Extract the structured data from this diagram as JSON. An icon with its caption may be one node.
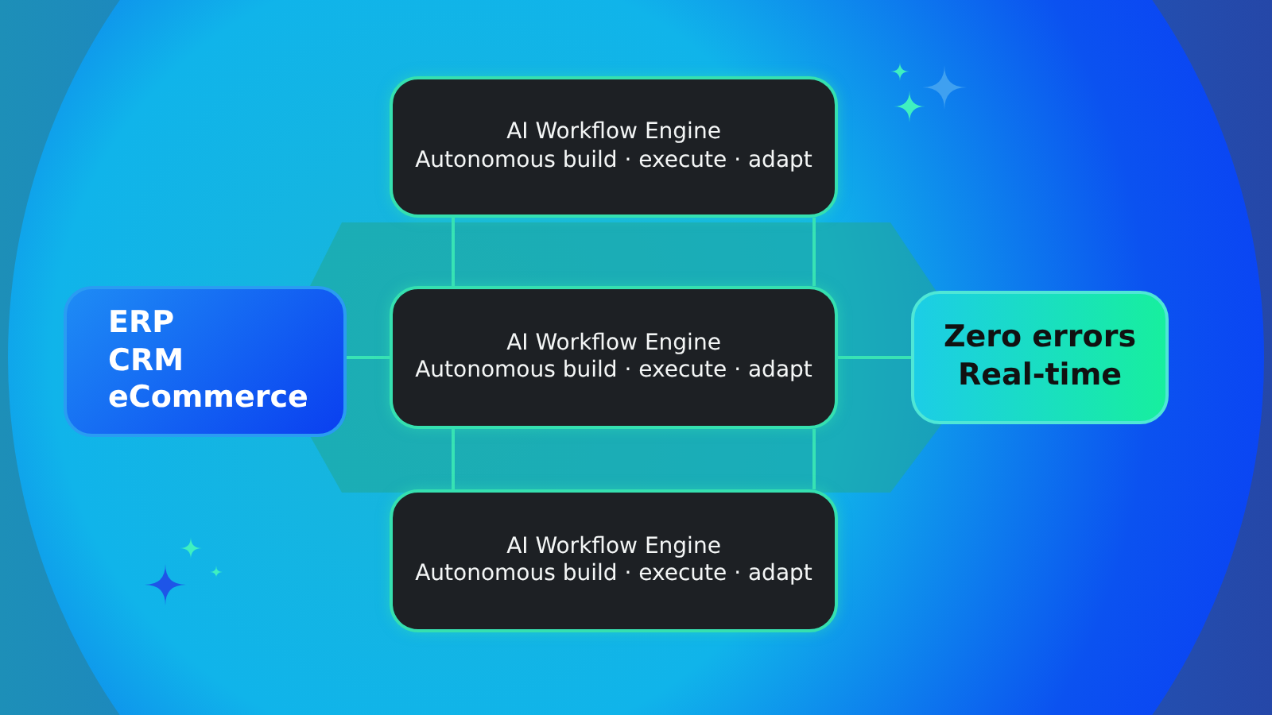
{
  "diagram": {
    "nodes": [
      {
        "text": [
          "ERP",
          "CRM",
          "eCommerce"
        ]
      },
      {
        "text": [
          "AI Workflow Engine",
          "Autonomous build · execute · adapt"
        ]
      },
      {
        "text": [
          "AI Workflow Engine",
          "Autonomous build · execute · adapt"
        ]
      },
      {
        "text": [
          "AI Workflow Engine",
          "Autonomous build · execute · adapt"
        ]
      },
      {
        "text": [
          "Zero errors",
          "Real-time"
        ]
      }
    ],
    "edges": [
      {
        "from": 0,
        "to": 2,
        "arrow": "none"
      },
      {
        "from": 1,
        "to": 2,
        "arrow": "none"
      },
      {
        "from": 1,
        "to": 2,
        "arrow": "none"
      },
      {
        "from": 2,
        "to": 3,
        "arrow": "none"
      },
      {
        "from": 2,
        "to": 3,
        "arrow": "none"
      },
      {
        "from": 2,
        "to": 4,
        "arrow": "none"
      }
    ]
  }
}
